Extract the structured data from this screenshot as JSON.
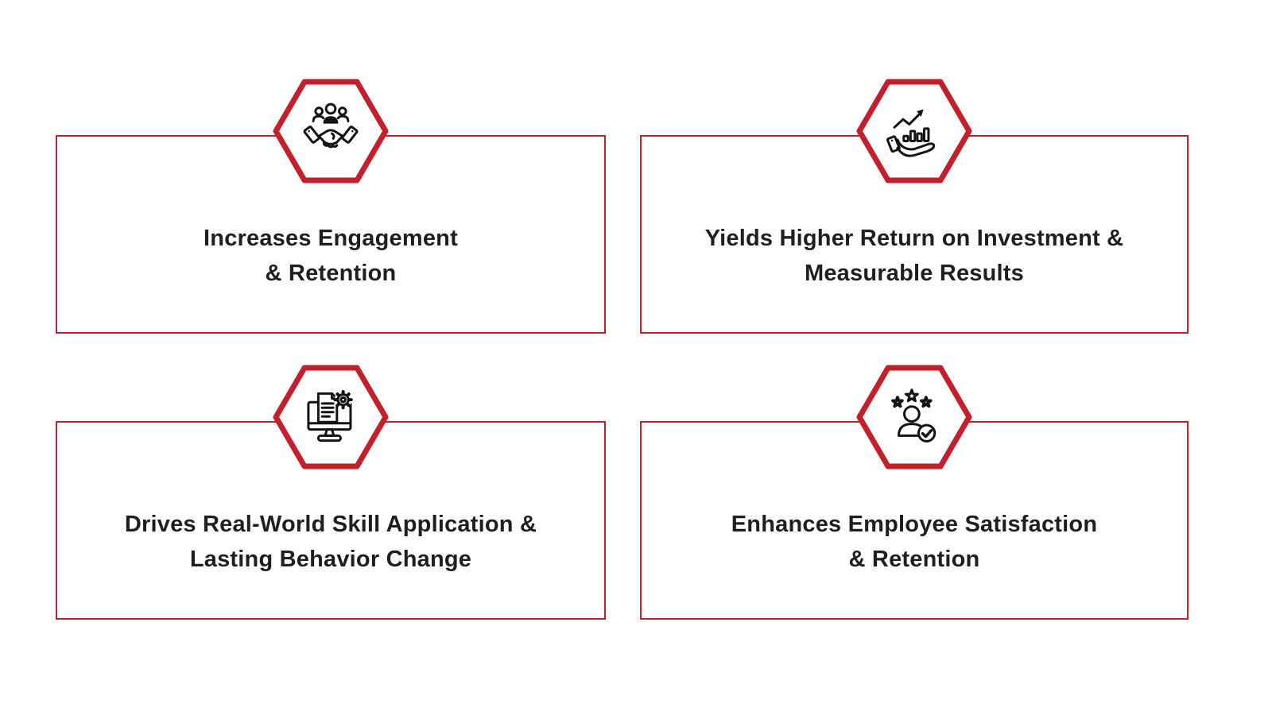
{
  "page": {
    "background": "#ffffff",
    "description": "Four benefit cards in a 2x2 grid, each with a red hexagon icon badge"
  },
  "colors": {
    "accent_red": "#C2202C",
    "icon_stroke": "#141414",
    "text": "#1f1f1f",
    "card_background": "#ffffff"
  },
  "cards": [
    {
      "icon": "handshake-people-icon",
      "line1": "Increases Engagement",
      "line2": "& Retention"
    },
    {
      "icon": "growth-chart-hand-icon",
      "line1": "Yields Higher Return on Investment &",
      "line2": "Measurable Results"
    },
    {
      "icon": "monitor-document-gear-icon",
      "line1": "Drives Real-World Skill Application &",
      "line2": "Lasting Behavior Change"
    },
    {
      "icon": "person-stars-check-icon",
      "line1": "Enhances Employee Satisfaction",
      "line2": "& Retention"
    }
  ]
}
